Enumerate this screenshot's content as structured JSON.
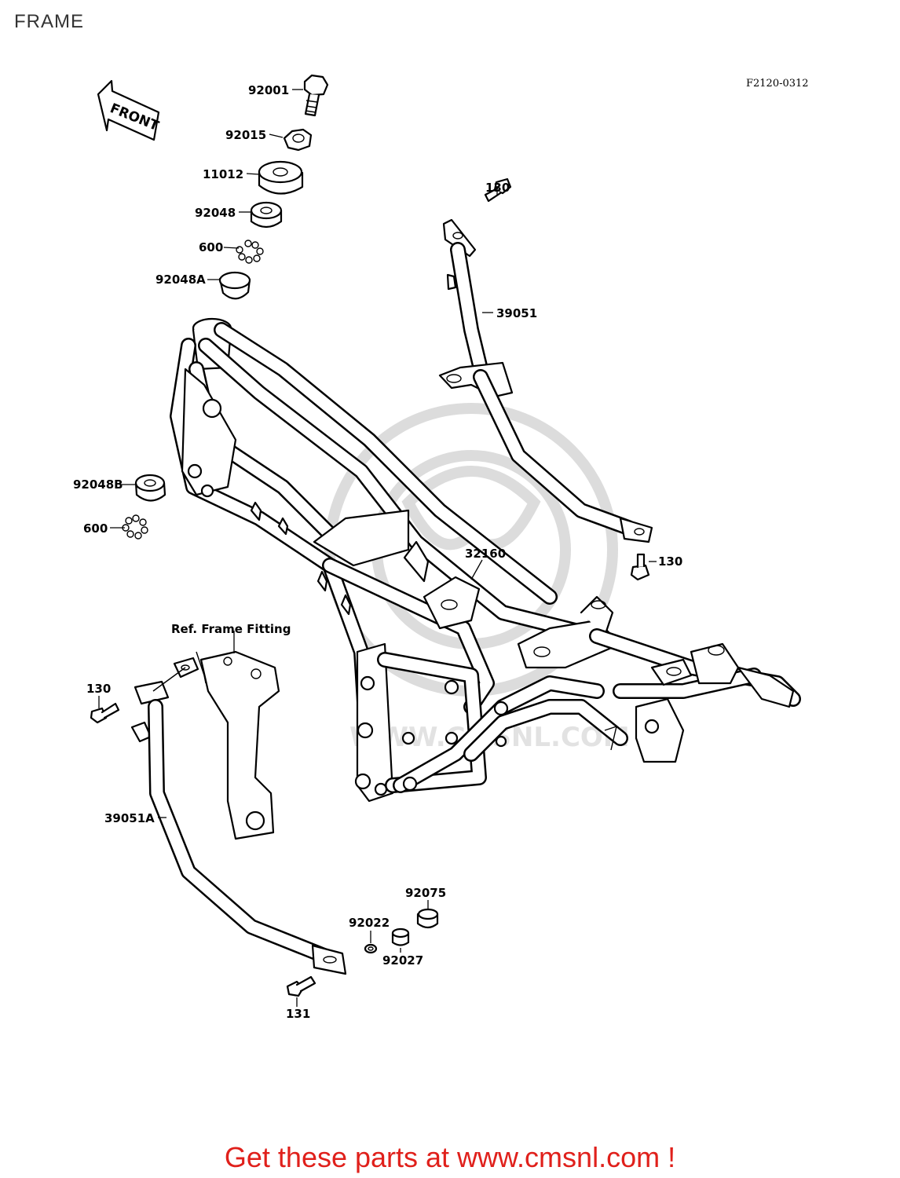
{
  "title": "FRAME",
  "diagram_code": "F2120-0312",
  "front_arrow_label": "FRONT",
  "ref_label": "Ref. Frame Fitting",
  "watermark_text": "WWW.CMSNL.COM",
  "part_labels": {
    "p92001": "92001",
    "p92015": "92015",
    "p11012": "11012",
    "p92048": "92048",
    "p600_top": "600",
    "p92048A": "92048A",
    "p130_top": "130",
    "p39051": "39051",
    "p92048B": "92048B",
    "p600_mid": "600",
    "p32160": "32160",
    "p130_right": "130",
    "p130_left": "130",
    "p39051A": "39051A",
    "p92075": "92075",
    "p92022": "92022",
    "p92027": "92027",
    "p131": "131"
  },
  "footer_link": "Get these parts at www.cmsnl.com !",
  "colors": {
    "footer": "#e0201b",
    "line": "#000000",
    "watermark": "#dcdcdc"
  }
}
